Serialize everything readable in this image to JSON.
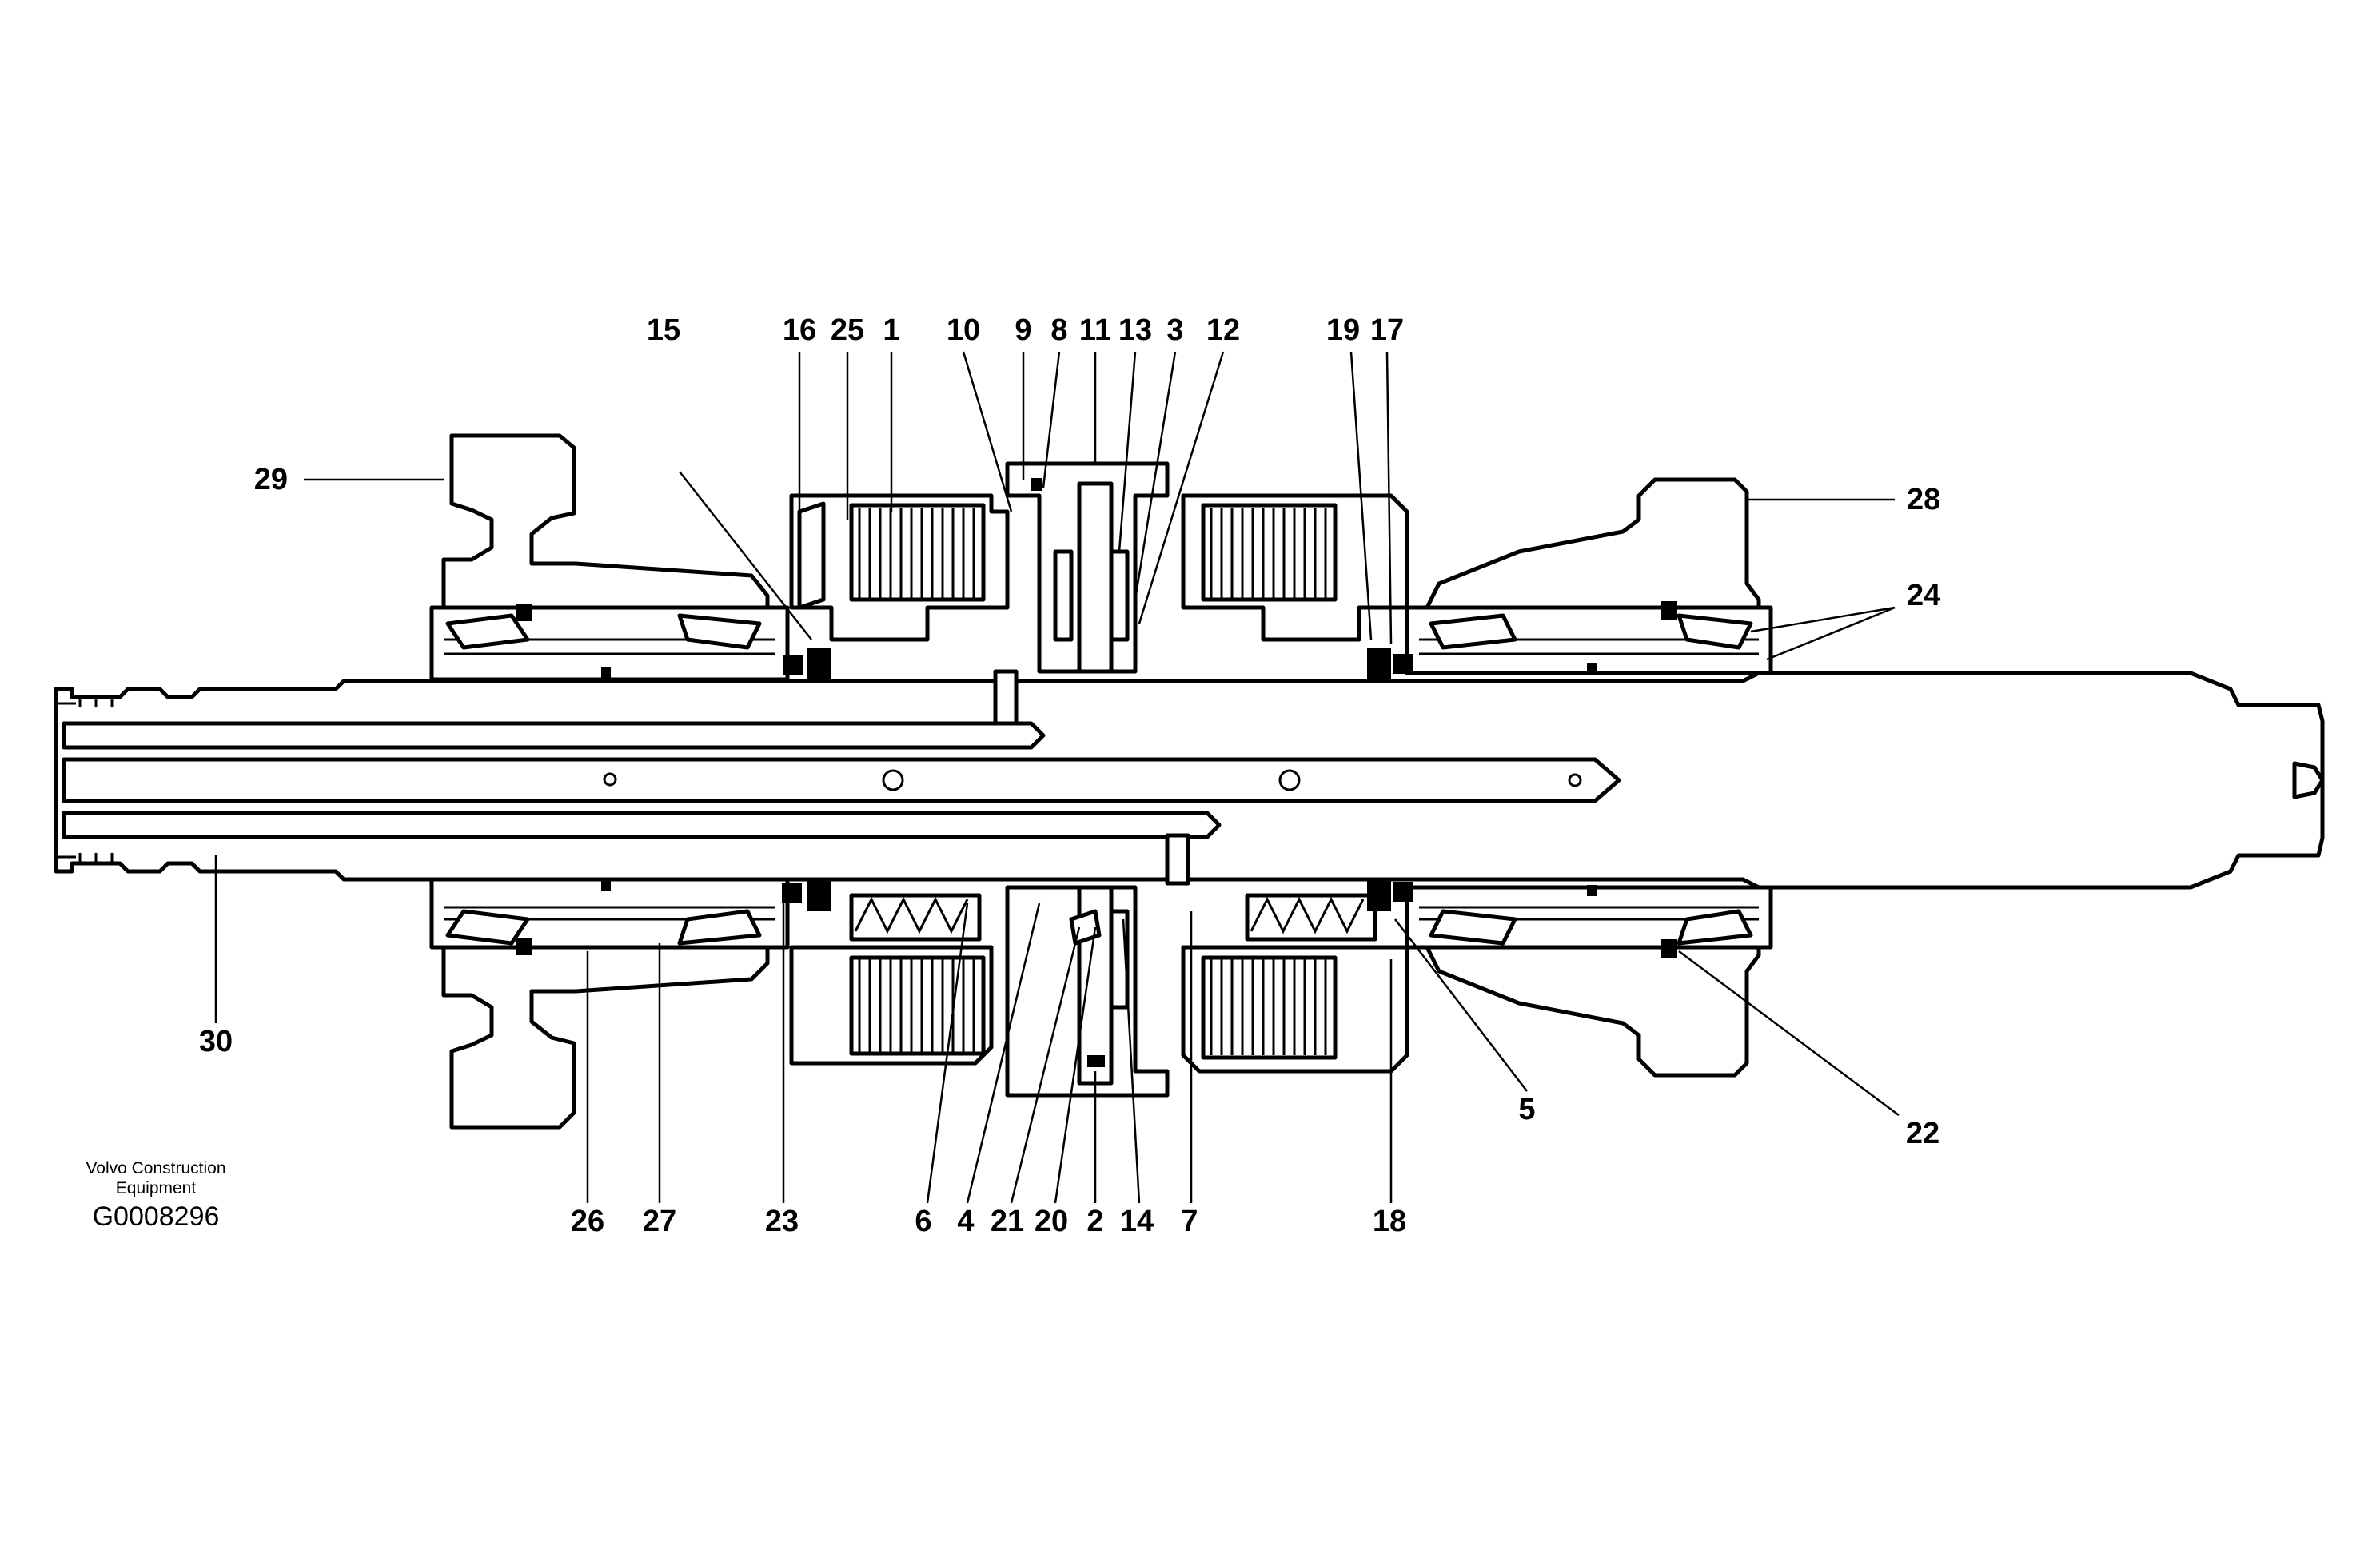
{
  "credit": {
    "line1": "Volvo Construction",
    "line2": "Equipment",
    "doc_id": "G0008296"
  },
  "callouts": {
    "c1": "1",
    "c2": "2",
    "c3": "3",
    "c4": "4",
    "c5": "5",
    "c6": "6",
    "c7": "7",
    "c8": "8",
    "c9": "9",
    "c10": "10",
    "c11": "11",
    "c12": "12",
    "c13": "13",
    "c14": "14",
    "c15": "15",
    "c16": "16",
    "c17": "17",
    "c18": "18",
    "c19": "19",
    "c20": "20",
    "c21": "21",
    "c22": "22",
    "c23": "23",
    "c24": "24",
    "c25": "25",
    "c26": "26",
    "c27": "27",
    "c28": "28",
    "c29": "29",
    "c30": "30"
  }
}
